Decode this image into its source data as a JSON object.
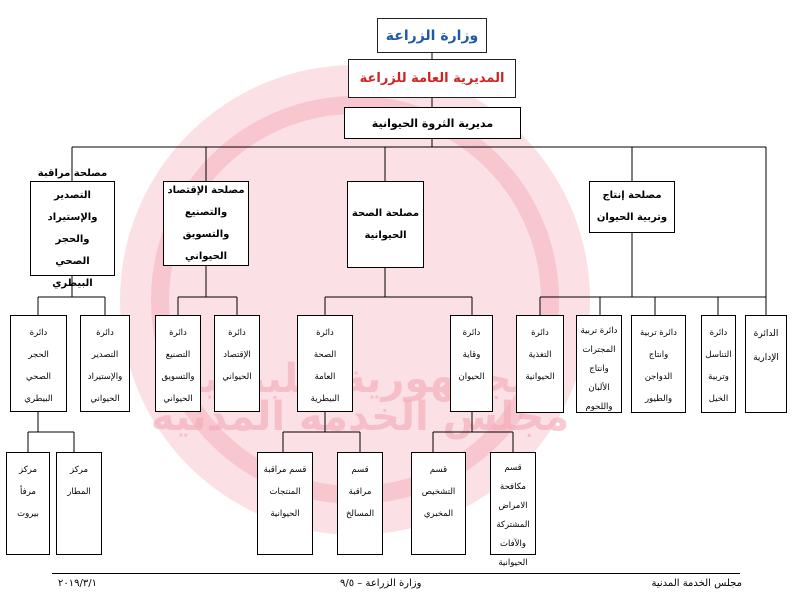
{
  "chart": {
    "ministry": "وزارة الزراعة",
    "directorate": "المديرية العامة للزراعة",
    "department": "مديرية الثروة الحيوانية",
    "services": {
      "production": "مصلحة إنتاج\nوتربية الحيوان",
      "health": "مصلحة الصحة\nالحيوانية",
      "economy": "مصلحة الإقتصاد\nوالتصنيع\nوالتسويق الحيواني",
      "control": "مصلحة مراقبة\nالتصدير\nوالإستيراد والحجر\nالصحي البيطري"
    },
    "units": {
      "admin": "الدائرة\nالإدارية",
      "breeding": "دائرة\nالتناسل\nوتربية\nالخيل",
      "poultry": "دائرة تربية\nوانتاج\nالدواجن\nوالطيور",
      "ruminants": "دائرة تربية\nالمجترات\nوانتاج\nالألبان\nواللحوم",
      "nutrition": "دائرة\nالتغذية\nالحيوانية",
      "prevention": "دائرة\nوقاية\nالحيوان",
      "public_health": "دائرة\nالصحة\nالعامة\nالبيطرية",
      "economics": "دائرة\nالإقتصاد\nالحيواني",
      "manufacturing": "دائرة\nالتصنيع\nوالتسويق\nالحيواني",
      "export": "دائرة\nالتصدير\nوالإستيراد\nالحيواني",
      "quarantine": "دائرة\nالحجر\nالصحي\nالبيطري"
    },
    "sections": {
      "epidemics": "قسم مكافحة\nالامراض\nالمشتركة\nوالآفات\nالحيوانية",
      "lab": "قسم\nالتشخيص\nالمخبري",
      "slaughter": "قسم\nمراقبة\nالمسالخ",
      "products": "قسم مراقبة\nالمنتجات\nالحيوانية",
      "airport": "مركز\nالمطار",
      "port": "مركز\nمرفأ\nبيروت"
    }
  },
  "watermark": {
    "line1": "الجمهورية اللبنانية",
    "line2": "مجلس الخدمة المدنية",
    "color": "#e8435a"
  },
  "footer": {
    "right": "مجلس الخدمة المدنية",
    "center": "وزارة الزراعة – ٩/٥",
    "left": "٢٠١٩/٣/١"
  }
}
